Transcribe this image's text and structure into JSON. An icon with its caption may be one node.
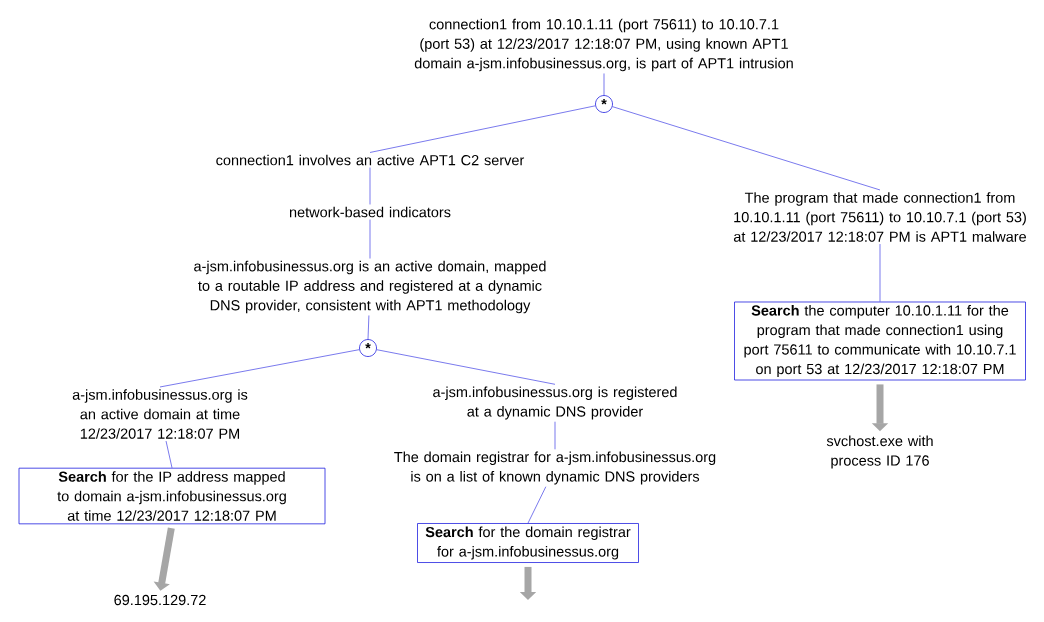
{
  "diagram": {
    "nodes": [
      {
        "text": [
          "connection1 from 10.10.1.11  (port 75611) to 10.10.7.1 (port 53) at 12/23/2017 12:18:07 PM, using known APT1 domain a-jsm.infobusinessus.org, is part of APT1 intrusion"
        ]
      },
      {
        "text": [
          "*"
        ]
      },
      {
        "text": [
          "connection1 involves an active APT1 C2 server"
        ]
      },
      {
        "text": [
          "network-based indicators"
        ]
      },
      {
        "text": [
          "a-jsm.infobusinessus.org is an active domain, mapped to a routable IP address and registered at a dynamic DNS provider, consistent with APT1 methodology"
        ]
      },
      {
        "text": [
          "*"
        ]
      },
      {
        "text": [
          "a-jsm.infobusinessus.org is an active domain at time 12/23/2017 12:18:07 PM"
        ]
      },
      {
        "text": [
          "**Search** for the IP address mapped to domain a-jsm.infobusinessus.org at time 12/23/2017 12:18:07 PM"
        ]
      },
      {
        "text": [
          "69.195.129.72"
        ]
      },
      {
        "text": [
          "a-jsm.infobusinessus.org is registered at a dynamic DNS provider"
        ]
      },
      {
        "text": [
          "The domain registrar for a-jsm.infobusinessus.org is on a list of known dynamic DNS providers"
        ]
      },
      {
        "text": [
          "**Search** for the domain registrar for a-jsm.infobusinessus.org"
        ]
      },
      {
        "text": [
          "The program that made connection1 from 10.10.1.11  (port 75611) to 10.10.7.1 (port 53) at 12/23/2017 12:18:07 PM is APT1 malware"
        ]
      },
      {
        "text": [
          "**Search** the computer 10.10.1.11 for the program that made connection1 using port 75611 to communicate with 10.10.7.1 on port 53 at 12/23/2017 12:18:07 PM"
        ]
      },
      {
        "text": [
          "svchost.exe with process ID 176"
        ]
      }
    ],
    "edges": [
      {
        "from": 0,
        "to": 1,
        "arrow": "none"
      },
      {
        "from": 1,
        "to": 2,
        "arrow": "none"
      },
      {
        "from": 1,
        "to": 12,
        "arrow": "none"
      },
      {
        "from": 2,
        "to": 3,
        "arrow": "none"
      },
      {
        "from": 3,
        "to": 4,
        "arrow": "none"
      },
      {
        "from": 4,
        "to": 5,
        "arrow": "none"
      },
      {
        "from": 5,
        "to": 6,
        "arrow": "none"
      },
      {
        "from": 5,
        "to": 9,
        "arrow": "none"
      },
      {
        "from": 6,
        "to": 7,
        "arrow": "none"
      },
      {
        "from": 9,
        "to": 10,
        "arrow": "none"
      },
      {
        "from": 10,
        "to": 11,
        "arrow": "none"
      },
      {
        "from": 12,
        "to": 13,
        "arrow": "none"
      },
      {
        "from": 7,
        "to": 8,
        "arrow": "to",
        "style": "thick",
        "color": "#a6a6a6"
      },
      {
        "from": 11,
        "to": null,
        "arrow": "to",
        "style": "thick",
        "color": "#a6a6a6"
      },
      {
        "from": 13,
        "to": 14,
        "arrow": "to",
        "style": "thick",
        "color": "#a6a6a6"
      }
    ]
  }
}
